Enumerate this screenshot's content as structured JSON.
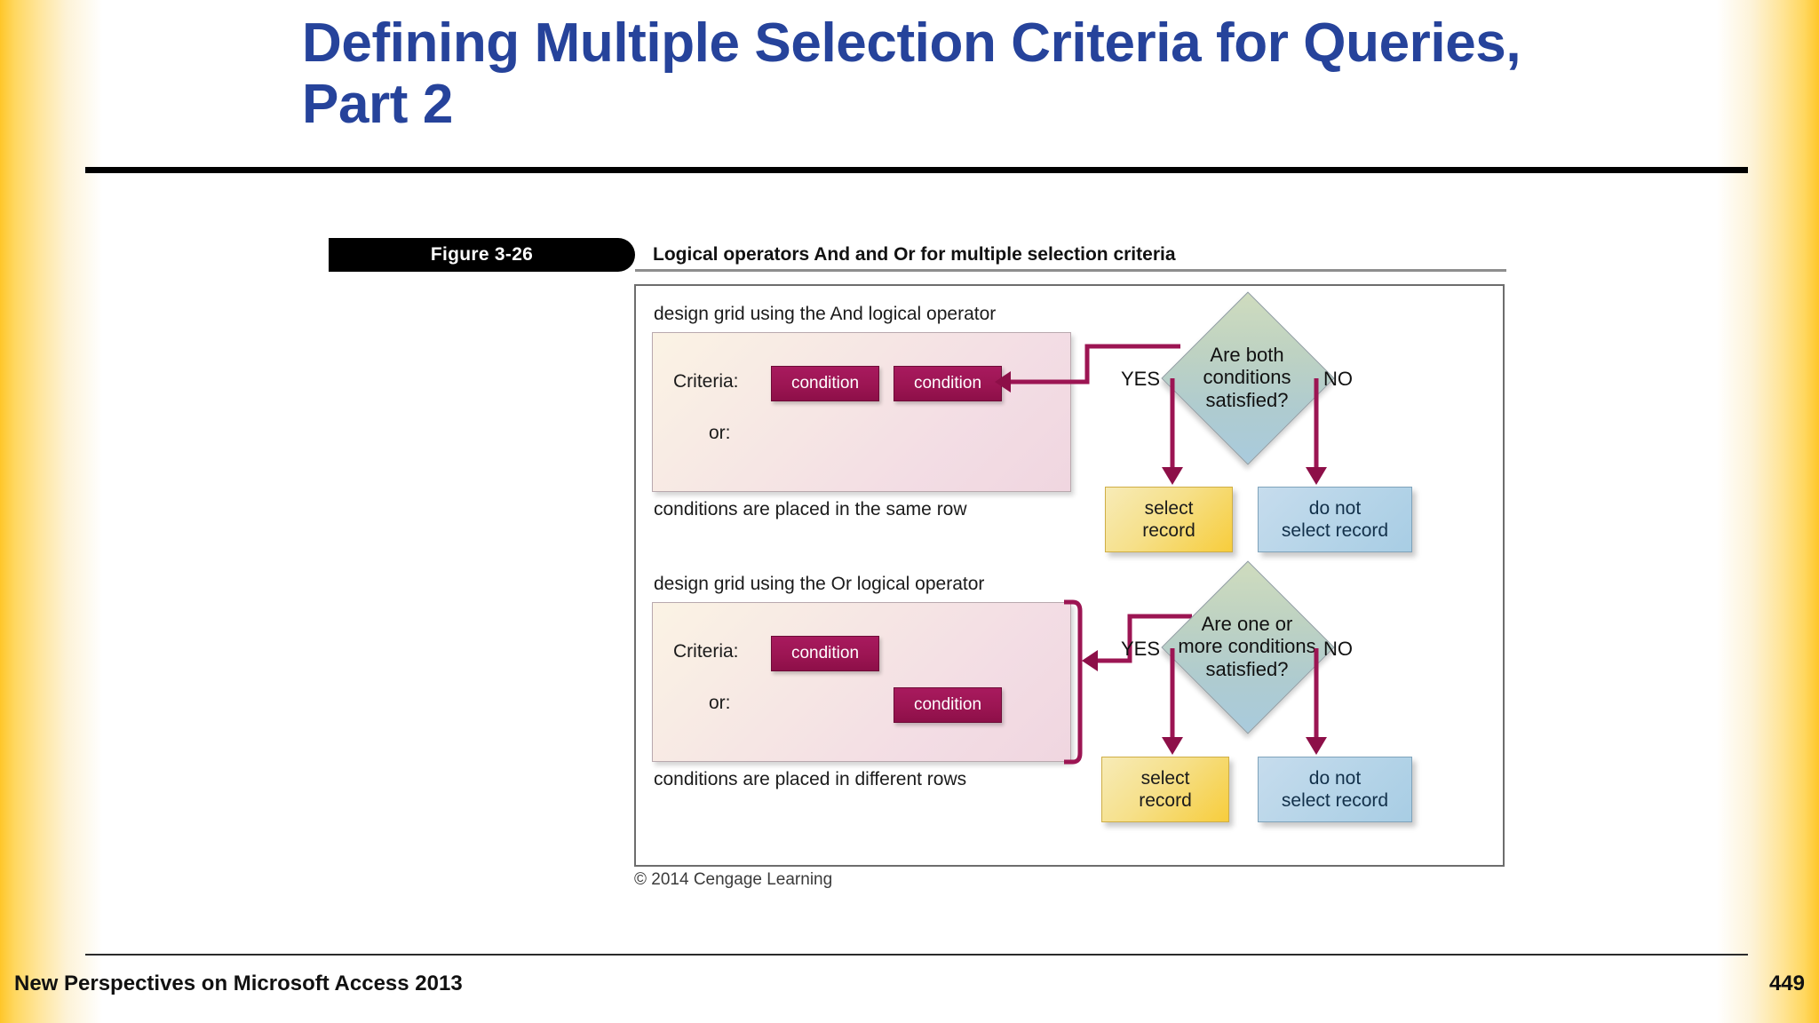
{
  "slide": {
    "title": "Defining Multiple Selection Criteria for Queries, Part 2",
    "accent_color": "#26439B",
    "edge_band_color": "#ffc629"
  },
  "figure": {
    "number_label": "Figure 3-26",
    "caption": "Logical operators And and Or for multiple selection criteria",
    "credit": "© 2014 Cengage Learning",
    "chip_color": "#9c1553",
    "sections": [
      {
        "id": "and-section",
        "panel_title": "design grid using the And logical operator",
        "panel_note": "conditions are placed in the same row",
        "criteria_label": "Criteria:",
        "or_label": "or:",
        "criteria_chips": [
          "condition",
          "condition"
        ],
        "or_chips": [],
        "decision": "Are both conditions satisfied?",
        "decision_line1": "Are both",
        "decision_line2": "conditions",
        "decision_line3": "satisfied?",
        "yes_label": "YES",
        "no_label": "NO",
        "yes_outcome_line1": "select",
        "yes_outcome_line2": "record",
        "no_outcome_line1": "do not",
        "no_outcome_line2": "select record"
      },
      {
        "id": "or-section",
        "panel_title": "design grid using the Or logical operator",
        "panel_note": "conditions are placed in different rows",
        "criteria_label": "Criteria:",
        "or_label": "or:",
        "criteria_chips": [
          "condition"
        ],
        "or_chips": [
          "condition"
        ],
        "decision": "Are one or more conditions satisfied?",
        "decision_line1": "Are one or",
        "decision_line2": "more conditions",
        "decision_line3": "satisfied?",
        "yes_label": "YES",
        "no_label": "NO",
        "yes_outcome_line1": "select",
        "yes_outcome_line2": "record",
        "no_outcome_line1": "do not",
        "no_outcome_line2": "select record"
      }
    ]
  },
  "footer": {
    "book_title": "New Perspectives on Microsoft Access 2013",
    "page_number": "449"
  }
}
